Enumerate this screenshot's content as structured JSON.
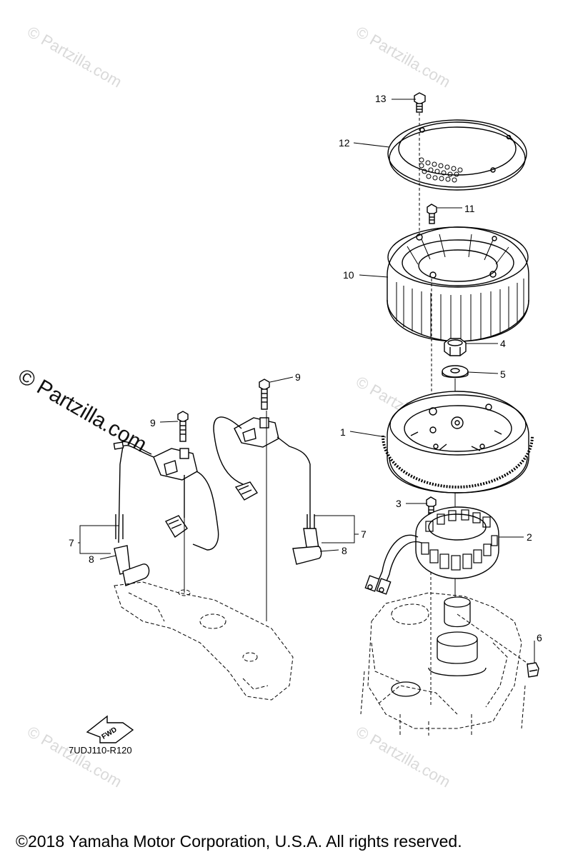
{
  "watermark": {
    "text": "© Partzilla.com",
    "big_text": "© Partzilla.com"
  },
  "callouts": {
    "c1": "1",
    "c2": "2",
    "c3": "3",
    "c4": "4",
    "c5": "5",
    "c6": "6",
    "c7_left": "7",
    "c7_right": "7",
    "c8_left": "8",
    "c8_right": "8",
    "c9_left": "9",
    "c9_right": "9",
    "c10": "10",
    "c11": "11",
    "c12": "12",
    "c13": "13"
  },
  "fwd_label": "FWD",
  "diagram_code": "7UDJ110-R120",
  "copyright": "©2018  Yamaha Motor Corporation, U.S.A. All rights reserved."
}
